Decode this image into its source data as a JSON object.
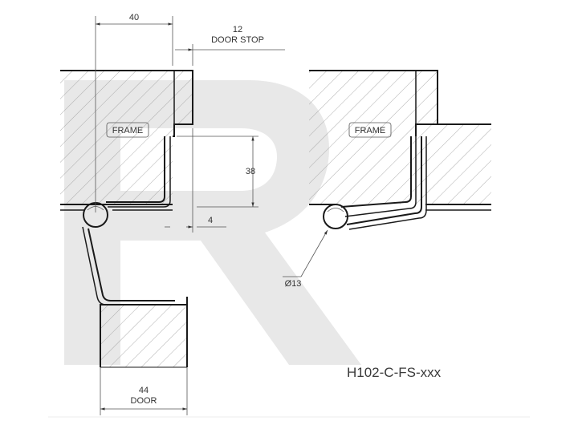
{
  "drawing": {
    "part_code": "H102-C-FS-xxx",
    "watermark_letter": "R",
    "labels": {
      "frame_left": "FRAME",
      "frame_right": "FRAME"
    },
    "dimensions": {
      "width_40": "40",
      "stop_12": "12",
      "stop_label": "DOOR STOP",
      "height_38": "38",
      "gap_4": "4",
      "door_44": "44",
      "door_label": "DOOR",
      "dia_13": "Ø13"
    },
    "colors": {
      "line": "#1a1a1a",
      "hatch": "#9a9a9a",
      "watermark": "#e6e6e6"
    }
  }
}
